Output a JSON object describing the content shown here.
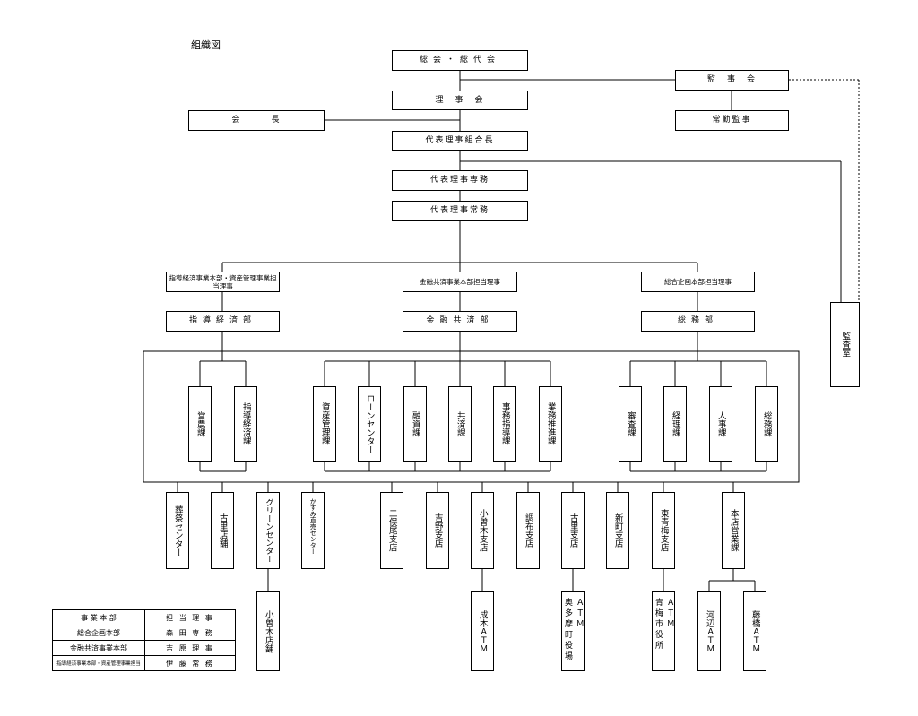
{
  "title": "組織図",
  "top": {
    "general_assembly": "総会・総代会",
    "board": "理　事　会",
    "chairman": "会　　　長",
    "rep_president": "代表理事組合長",
    "rep_senmu": "代表理事専務",
    "rep_jomu": "代表理事常務",
    "audit_board": "監　事　会",
    "full_time_auditor": "常勤監事",
    "audit_office": "監査室"
  },
  "divisions": {
    "shido": {
      "head": "指導経済事業本部・資産管理事業担当理事",
      "dept": "指導経済部",
      "sections": [
        "営農課",
        "指導経済課"
      ]
    },
    "kinyu": {
      "head": "金融共済事業本部担当理事",
      "dept": "金融共済部",
      "sections": [
        "資産管理課",
        "ローンセンター",
        "融資課",
        "共済課",
        "事務指導課",
        "業務推進課"
      ]
    },
    "somu": {
      "head": "総合企画本部担当理事",
      "dept": "総務部",
      "sections": [
        "審査課",
        "経理課",
        "人事課",
        "総務課"
      ]
    }
  },
  "branches": [
    "葬祭センター",
    "古里店舗",
    "グリーンセンター",
    "かすみ直売センター",
    "二俣尾支店",
    "吉野支店",
    "小曽木支店",
    "調布支店",
    "古里支店",
    "新町支店",
    "東青梅支店",
    "本店営業課"
  ],
  "sub_units": {
    "green_center": "小曽木店舗",
    "osogi": "成木ＡＴＭ",
    "kori_col1": "ＡＴＭ",
    "kori_col2": "奥多摩町役場",
    "higashi_col1": "ＡＴＭ",
    "higashi_col2": "青梅市役所",
    "kawabe": "河辺ＡＴＭ",
    "fujihashi": "藤橋ＡＴＭ"
  },
  "legend": {
    "header": [
      "事 業 本 部",
      "担 当 理 事"
    ],
    "rows": [
      [
        "総合企画本部",
        "森 田 専 務"
      ],
      [
        "金融共済事業本部",
        "吉 原 理 事"
      ],
      [
        "指導経済事業本部・資産管理事業担当",
        "伊 藤 常 務"
      ]
    ]
  }
}
